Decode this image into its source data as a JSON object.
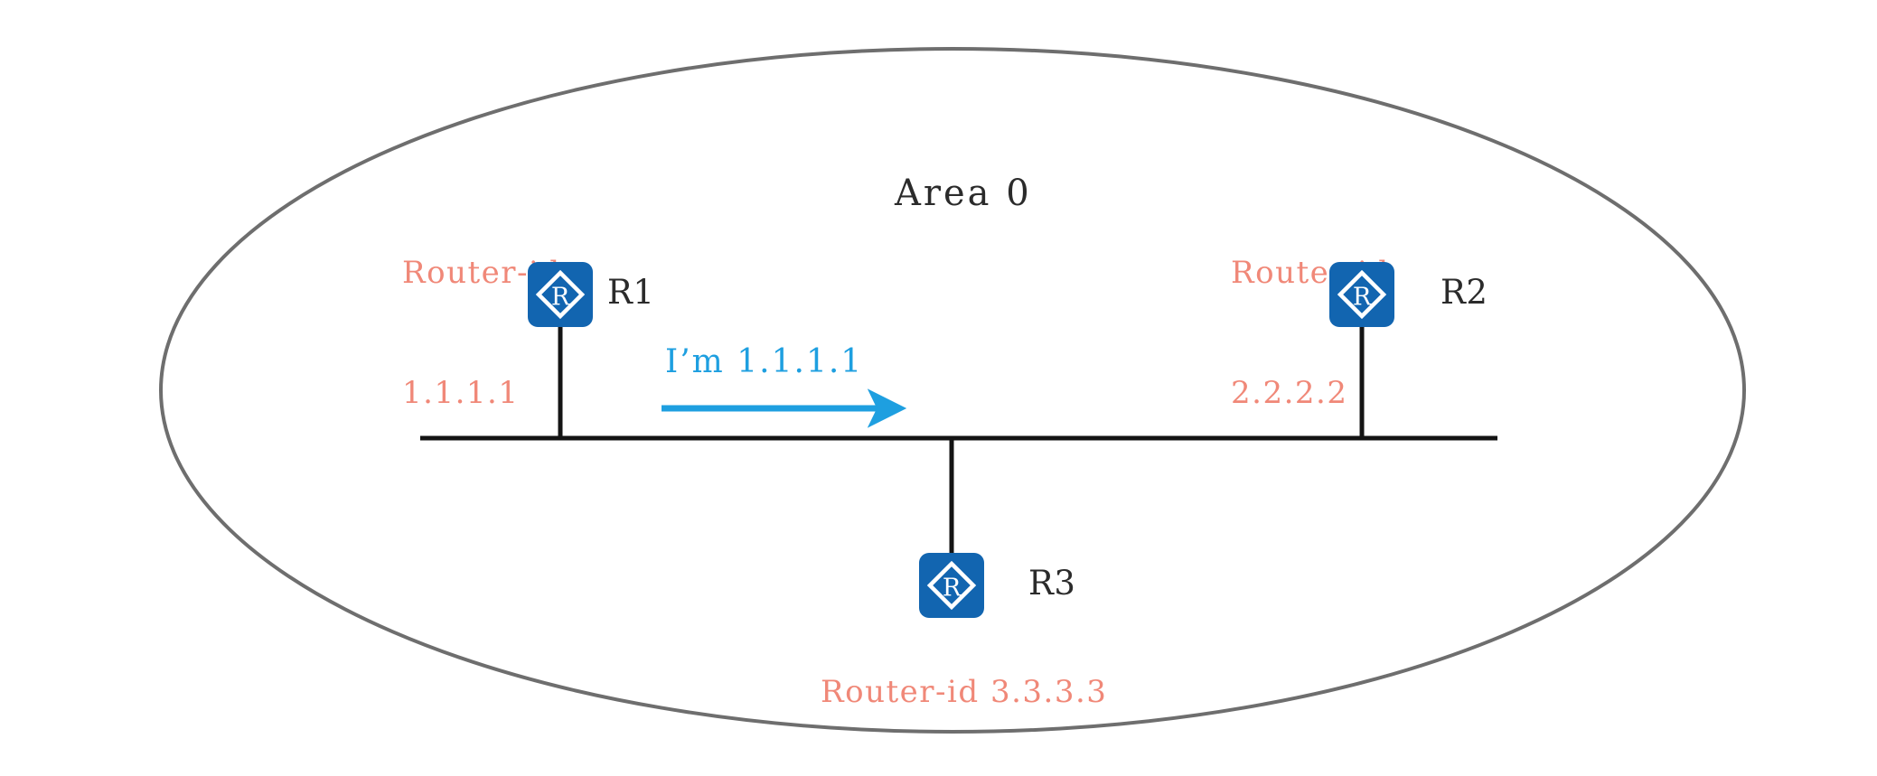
{
  "diagram": {
    "type": "network-topology",
    "area_label": "Area 0",
    "ellipse": {
      "stroke_color": "#6e6e6e",
      "fill_color": "#ffffff",
      "stroke_width": 4
    },
    "colors": {
      "router_blue": "#1265b0",
      "router_glyph": "#ffffff",
      "routerid_salmon": "#f08878",
      "message_cyan": "#1e9fe0",
      "link_black": "#141414",
      "label_dark": "#2b2b2b"
    },
    "routers": [
      {
        "id": "r1",
        "name": "R1",
        "glyph": "R",
        "routerid_line1": "Router-id",
        "routerid_line2": "1.1.1.1"
      },
      {
        "id": "r2",
        "name": "R2",
        "glyph": "R",
        "routerid_line1": "Router-id",
        "routerid_line2": "2.2.2.2"
      },
      {
        "id": "r3",
        "name": "R3",
        "glyph": "R",
        "routerid_single": "Router-id 3.3.3.3"
      }
    ],
    "message": {
      "text": "I’m 1.1.1.1",
      "direction": "right"
    }
  }
}
